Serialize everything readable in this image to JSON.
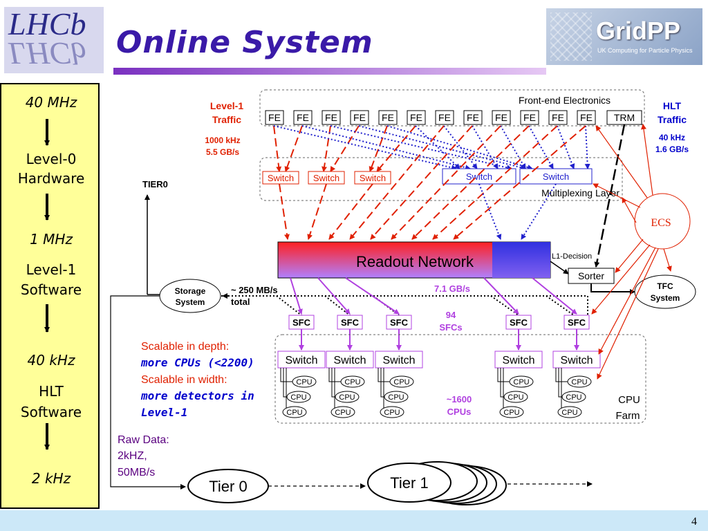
{
  "header": {
    "title": "Online System",
    "logo_left": "LHCb",
    "logo_right": "GridPP",
    "logo_right_sub": "UK Computing for Particle Physics"
  },
  "left_panel": {
    "steps": [
      {
        "rate": "40 MHz",
        "name": "Level-0 Hardware"
      },
      {
        "rate": "1 MHz",
        "name": "Level-1 Software"
      },
      {
        "rate": "40 kHz",
        "name": "HLT Software"
      },
      {
        "rate": "2 kHz",
        "name": ""
      }
    ],
    "rate_40mhz": "40 MHz",
    "level0_line1": "Level-0",
    "level0_line2": "Hardware",
    "rate_1mhz": "1 MHz",
    "level1_line1": "Level-1",
    "level1_line2": "Software",
    "rate_40khz": "40 kHz",
    "hlt_line1": "HLT",
    "hlt_line2": "Software",
    "rate_2khz": "2 kHz"
  },
  "diagram": {
    "front_end_label": "Front-end Electronics",
    "fe_label": "FE",
    "trm_label": "TRM",
    "level1_traffic_line1": "Level-1",
    "level1_traffic_line2": "Traffic",
    "level1_rate_line1": "1000 kHz",
    "level1_rate_line2": "5.5 GB/s",
    "hlt_traffic_line1": "HLT",
    "hlt_traffic_line2": "Traffic",
    "hlt_rate_line1": "40 kHz",
    "hlt_rate_line2": "1.6 GB/s",
    "switch_label": "Switch",
    "multiplexing_label": "Multiplexing Layer",
    "tier0_label": "TIER0",
    "ecs_label": "ECS",
    "readout_network_label": "Readout Network",
    "l1_decision_label": "L1-Decision",
    "sorter_label": "Sorter",
    "tfc_line1": "TFC",
    "tfc_line2": "System",
    "storage_line1": "Storage",
    "storage_line2": "System",
    "storage_rate_line1": "~ 250 MB/s",
    "storage_rate_line2": "total",
    "sfc_rate": "7.1 GB/s",
    "sfc_label": "SFC",
    "sfc_count_line1": "94",
    "sfc_count_line2": "SFCs",
    "cpu_label": "CPU",
    "cpu_count_line1": "~1600",
    "cpu_count_line2": "CPUs",
    "cpu_farm_line1": "CPU",
    "cpu_farm_line2": "Farm",
    "scalable_depth": "Scalable in depth:",
    "more_cpus": "more CPUs (<2200)",
    "scalable_width": "Scalable in width:",
    "more_detectors_line1": "more detectors in",
    "more_detectors_line2": "Level-1",
    "raw_data_line1": "Raw Data:",
    "raw_data_line2": "2kHZ,",
    "raw_data_line3": "50MB/s",
    "tier0_node": "Tier 0",
    "tier1_node": "Tier 1"
  },
  "colors": {
    "title": "#3a1aa8",
    "red_text": "#e02000",
    "hlt_blue": "#0000cc",
    "purple": "#b040e0",
    "left_panel_bg": "#ffff99",
    "footer_bg": "#cce8f8"
  },
  "footer": {
    "page_number": "4"
  }
}
